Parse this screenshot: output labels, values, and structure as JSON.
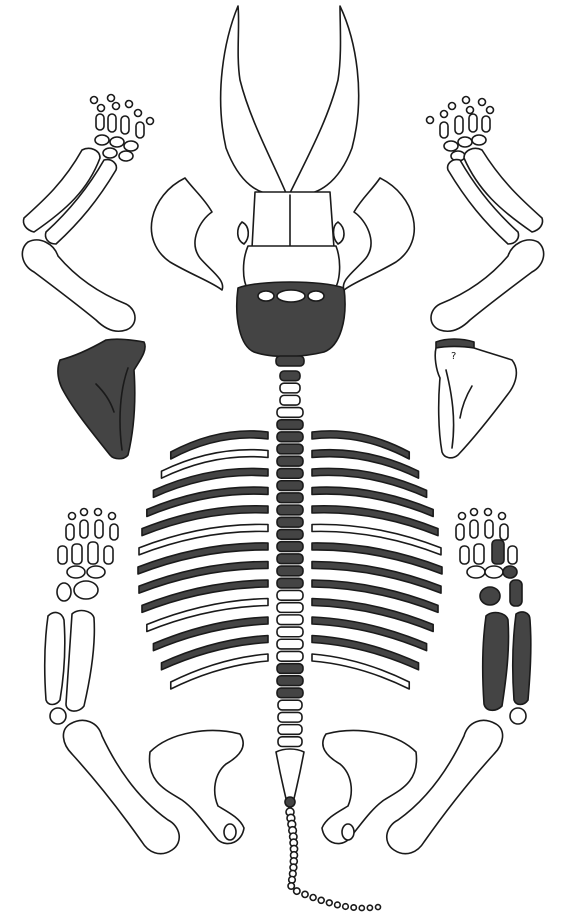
{
  "diagram": {
    "annotation": "?",
    "colors": {
      "present": "#444444",
      "absent": "#ffffff",
      "outline": "#1a1a1a"
    },
    "counts": {
      "vertebrae": 31,
      "ribs_per_side": 13,
      "tail_beads": 24
    },
    "present_vertebrae": [
      0,
      4,
      5,
      6,
      7,
      8,
      9,
      10,
      11,
      12,
      13,
      14,
      15,
      16,
      17,
      24,
      25,
      26
    ],
    "present_ribs_left": [
      0,
      2,
      3,
      4,
      6,
      7,
      8,
      10,
      11
    ],
    "present_ribs_right": [
      0,
      1,
      2,
      3,
      4,
      6,
      7,
      8,
      9,
      10,
      11
    ]
  }
}
